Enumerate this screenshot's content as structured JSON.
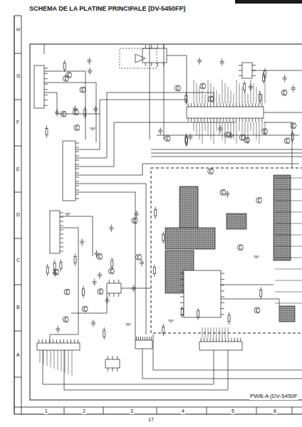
{
  "diagram": {
    "title": "SCHEMA DE LA PLATINE PRINCIPALE (DV-5450FP)",
    "labels": [
      "17",
      "1",
      "2",
      "3",
      "4",
      "5",
      "6",
      "H",
      "G",
      "F",
      "E",
      "D",
      "C",
      "B",
      "A",
      "PWB-A (DV-5450F"
    ]
  }
}
